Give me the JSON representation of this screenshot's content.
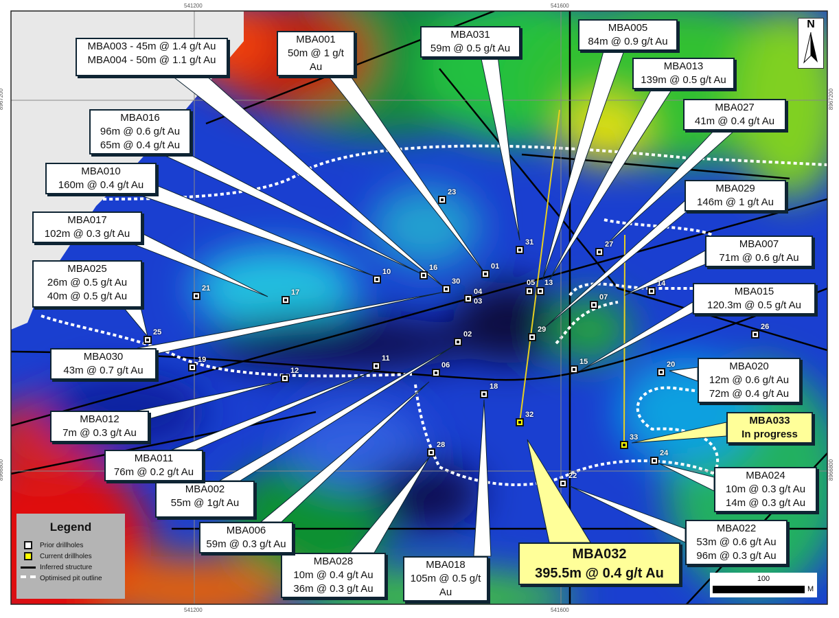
{
  "grid_labels": {
    "x_top_1": "541200",
    "x_top_2": "541600",
    "x_bottom_1": "541200",
    "x_bottom_2": "541600",
    "y_left_1": "8967200",
    "y_left_2": "8966800",
    "y_right_1": "8967200",
    "y_right_2": "8966800"
  },
  "north_label": "N",
  "scale": {
    "value": "100",
    "unit": "M"
  },
  "legend": {
    "title": "Legend",
    "items": [
      "Prior drillholes",
      "Current drillholes",
      "Inferred structure",
      "Optimised pit outline"
    ]
  },
  "colors": {
    "prior": "#ffffff",
    "current": "#ffff00",
    "callout_current": "#ffff99",
    "structure": "#000000"
  },
  "drillholes": [
    {
      "id": "23",
      "status": "prior"
    },
    {
      "id": "31",
      "status": "prior"
    },
    {
      "id": "27",
      "status": "prior"
    },
    {
      "id": "01",
      "status": "prior"
    },
    {
      "id": "10",
      "status": "prior"
    },
    {
      "id": "16",
      "status": "prior"
    },
    {
      "id": "30",
      "status": "prior"
    },
    {
      "id": "04",
      "status": "prior"
    },
    {
      "id": "03",
      "status": "prior"
    },
    {
      "id": "21",
      "status": "prior"
    },
    {
      "id": "17",
      "status": "prior"
    },
    {
      "id": "05",
      "status": "prior"
    },
    {
      "id": "13",
      "status": "prior"
    },
    {
      "id": "14",
      "status": "prior"
    },
    {
      "id": "07",
      "status": "prior"
    },
    {
      "id": "29",
      "status": "prior"
    },
    {
      "id": "26",
      "status": "prior"
    },
    {
      "id": "25",
      "status": "prior"
    },
    {
      "id": "02",
      "status": "prior"
    },
    {
      "id": "19",
      "status": "prior"
    },
    {
      "id": "11",
      "status": "prior"
    },
    {
      "id": "06",
      "status": "prior"
    },
    {
      "id": "15",
      "status": "prior"
    },
    {
      "id": "20",
      "status": "prior"
    },
    {
      "id": "12",
      "status": "prior"
    },
    {
      "id": "18",
      "status": "prior"
    },
    {
      "id": "32",
      "status": "current"
    },
    {
      "id": "33",
      "status": "current"
    },
    {
      "id": "28",
      "status": "prior"
    },
    {
      "id": "24",
      "status": "prior"
    },
    {
      "id": "22",
      "status": "prior"
    }
  ],
  "callouts": [
    {
      "lines": [
        "MBA003 - 45m @ 1.4 g/t Au",
        "MBA004 - 50m @ 1.1 g/t Au"
      ]
    },
    {
      "lines": [
        "MBA001",
        "50m @ 1 g/t Au"
      ]
    },
    {
      "lines": [
        "MBA031",
        "59m @ 0.5 g/t Au"
      ]
    },
    {
      "lines": [
        "MBA005",
        "84m @ 0.9 g/t Au"
      ]
    },
    {
      "lines": [
        "MBA013",
        "139m @ 0.5 g/t Au"
      ]
    },
    {
      "lines": [
        "MBA027",
        "41m @ 0.4 g/t Au"
      ]
    },
    {
      "lines": [
        "MBA029",
        "146m @ 1 g/t Au"
      ]
    },
    {
      "lines": [
        "MBA007",
        "71m @ 0.6 g/t Au"
      ]
    },
    {
      "lines": [
        "MBA015",
        "120.3m @ 0.5 g/t Au"
      ]
    },
    {
      "lines": [
        "MBA020",
        "12m @ 0.6 g/t Au",
        "72m @ 0.4 g/t Au"
      ]
    },
    {
      "lines": [
        "MBA033",
        "In progress"
      ],
      "current": true
    },
    {
      "lines": [
        "MBA024",
        "10m @ 0.3 g/t Au",
        "14m @ 0.3 g/t Au"
      ]
    },
    {
      "lines": [
        "MBA022",
        "53m @ 0.6 g/t Au",
        "96m @ 0.3 g/t Au"
      ]
    },
    {
      "lines": [
        "MBA032",
        "395.5m  @ 0.4 g/t Au"
      ],
      "current": true
    },
    {
      "lines": [
        "MBA018",
        "105m @ 0.5 g/t Au"
      ]
    },
    {
      "lines": [
        "MBA028",
        "10m @ 0.4 g/t Au",
        "36m @ 0.3 g/t Au"
      ]
    },
    {
      "lines": [
        "MBA006",
        "59m @ 0.3 g/t Au"
      ]
    },
    {
      "lines": [
        "MBA002",
        "55m @ 1g/t Au"
      ]
    },
    {
      "lines": [
        "MBA011",
        "76m @ 0.2 g/t Au"
      ]
    },
    {
      "lines": [
        "MBA012",
        "7m @ 0.3 g/t Au"
      ]
    },
    {
      "lines": [
        "MBA030",
        "43m @ 0.7 g/t Au"
      ]
    },
    {
      "lines": [
        "MBA025",
        "26m @ 0.5 g/t Au",
        "40m @ 0.5 g/t Au"
      ]
    },
    {
      "lines": [
        "MBA017",
        "102m @ 0.3 g/t Au"
      ]
    },
    {
      "lines": [
        "MBA010",
        "160m @ 0.4 g/t Au"
      ]
    },
    {
      "lines": [
        "MBA016",
        "96m @ 0.6 g/t Au",
        "65m @ 0.4 g/t Au"
      ]
    }
  ]
}
